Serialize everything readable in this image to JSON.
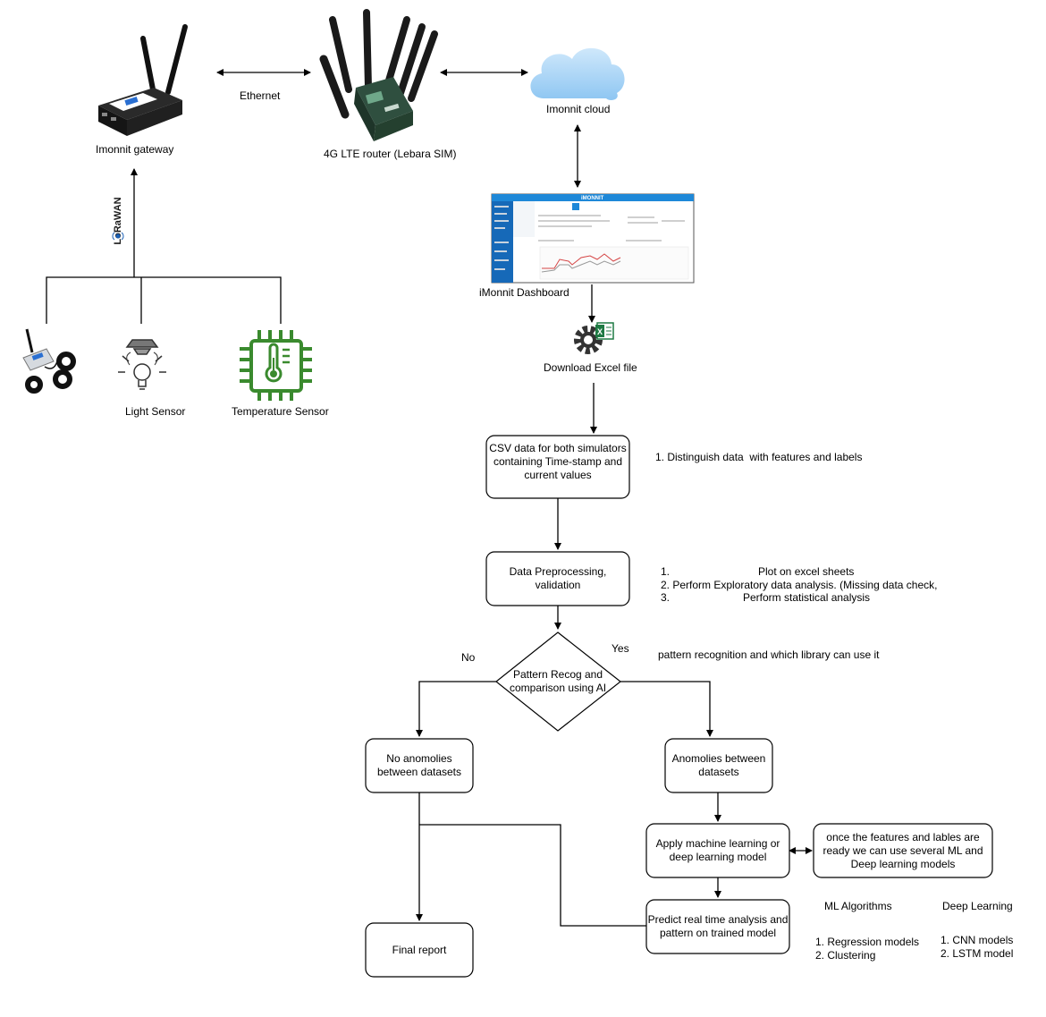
{
  "devices": {
    "gateway_label": "Imonnit gateway",
    "router_label": "4G LTE router (Lebara SIM)",
    "cloud_label": "Imonnit cloud",
    "dashboard_label": "iMonnit Dashboard",
    "excel_label": "Download Excel file",
    "light_sensor_label": "Light Sensor",
    "temperature_sensor_label": "Temperature Sensor",
    "ethernet_label": "Ethernet",
    "lorawan_label": "LoRaWAN",
    "dashboard_brand": "iMONNIT"
  },
  "flow": {
    "csv_box": "CSV data for both simulators\ncontaining Time-stamp and\ncurrent values",
    "preprocess_box": "Data Preprocessing,\nvalidation",
    "decision": "Pattern Recog and\ncomparison using AI",
    "no_label": "No",
    "yes_label": "Yes",
    "no_anomalies_box": "No anomolies\nbetween datasets",
    "anomalies_box": "Anomolies between\ndatasets",
    "apply_ml_box": "Apply machine learning or\ndeep learning model",
    "predict_box": "Predict real time analysis and\npattern on trained model",
    "final_report_box": "Final report",
    "features_box": "once the features and lables are\nready we can use several ML and\nDeep learning models"
  },
  "notes": {
    "note_csv": "1. Distinguish data  with features and labels",
    "note_pre_1_num": "1.",
    "note_pre_1": "Plot on excel sheets",
    "note_pre_2": "2. Perform Exploratory data analysis. (Missing data check,",
    "note_pre_3_num": "3.",
    "note_pre_3": "Perform statistical analysis",
    "note_pattern": "pattern recognition and which library can use it",
    "ml_title": "ML Algorithms",
    "ml_items": "1. Regression models\n2. Clustering",
    "dl_title": "Deep Learning",
    "dl_items": "1. CNN models\n2. LSTM model"
  },
  "colors": {
    "line": "#000000",
    "cloud": "#a9d5f7",
    "temp_sensor": "#3a8a2e",
    "excel": "#1f7a44",
    "gear": "#333333"
  }
}
